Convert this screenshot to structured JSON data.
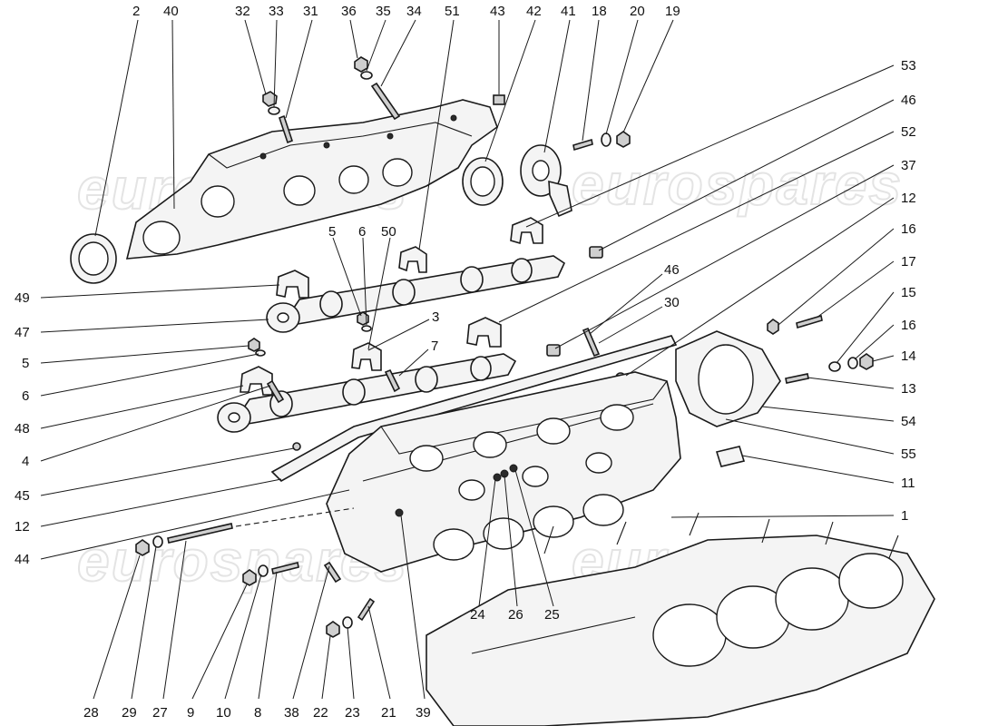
{
  "watermark_text": "eurospares",
  "labels": {
    "top": [
      "2",
      "40",
      "32",
      "33",
      "31",
      "36",
      "35",
      "34",
      "51",
      "43",
      "42",
      "41",
      "18",
      "20",
      "19"
    ],
    "right": [
      "53",
      "46",
      "52",
      "37",
      "12",
      "16",
      "17",
      "15",
      "16",
      "14",
      "13",
      "54",
      "55",
      "11",
      "1"
    ],
    "left": [
      "49",
      "47",
      "5",
      "6",
      "48",
      "4",
      "45",
      "12",
      "44"
    ],
    "bottom": [
      "28",
      "29",
      "27",
      "9",
      "10",
      "8",
      "38",
      "22",
      "23",
      "21",
      "39"
    ],
    "inner": [
      "5",
      "6",
      "50",
      "3",
      "7",
      "46",
      "30",
      "24",
      "26",
      "25"
    ]
  }
}
